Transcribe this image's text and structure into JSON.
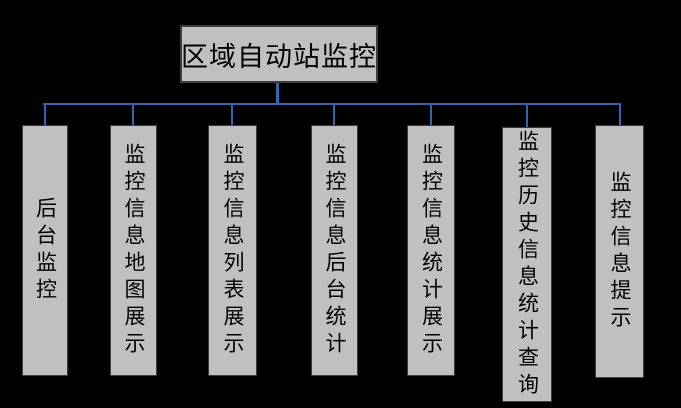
{
  "diagram": {
    "type": "tree",
    "root": {
      "label": "区域自动站监控"
    },
    "children": [
      {
        "label": "后台监控"
      },
      {
        "label": "监控信息地图展示"
      },
      {
        "label": "监控信息列表展示"
      },
      {
        "label": "监控信息后台统计"
      },
      {
        "label": "监控信息统计展示"
      },
      {
        "label": "监控历史信息统计查询"
      },
      {
        "label": "监控信息提示"
      }
    ]
  },
  "colors": {
    "background": "#000000",
    "node_fill": "#c0c0c0",
    "node_border": "#3d3d3d",
    "connector": "#3565b0",
    "text": "#000000"
  }
}
